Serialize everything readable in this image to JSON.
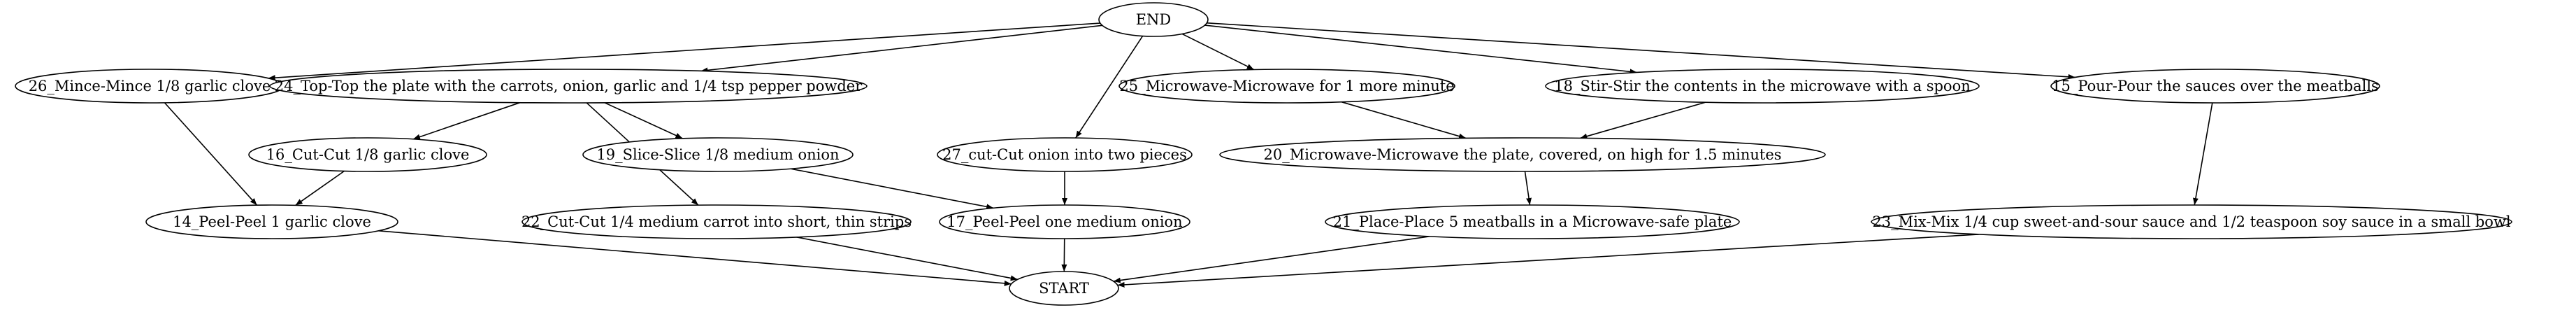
{
  "nodes": {
    "end": "END",
    "n26": "26_Mince-Mince 1/8 garlic clove",
    "n24": "24_Top-Top the plate with the carrots, onion, garlic and 1/4 tsp pepper powder",
    "n27": "27_cut-Cut onion into two pieces",
    "n25": "25_Microwave-Microwave for 1 more minute",
    "n18": "18_Stir-Stir the contents in the microwave with a spoon",
    "n15": "15_Pour-Pour the sauces over the meatballs",
    "n16": "16_Cut-Cut 1/8 garlic clove",
    "n19": "19_Slice-Slice 1/8 medium onion",
    "n20": "20_Microwave-Microwave the plate, covered, on high for 1.5 minutes",
    "n14": "14_Peel-Peel 1 garlic clove",
    "n22": "22_Cut-Cut 1/4 medium carrot into short, thin strips",
    "n17": "17_Peel-Peel one medium onion",
    "n21": "21_Place-Place 5 meatballs in a Microwave-safe plate",
    "n23": "23_Mix-Mix 1/4 cup sweet-and-sour sauce and 1/2 teaspoon soy sauce in a small bowl",
    "start": "START"
  },
  "edges": [
    [
      "end",
      "n26"
    ],
    [
      "end",
      "n24"
    ],
    [
      "end",
      "n27"
    ],
    [
      "end",
      "n25"
    ],
    [
      "end",
      "n18"
    ],
    [
      "end",
      "n15"
    ],
    [
      "n26",
      "n14"
    ],
    [
      "n24",
      "n16"
    ],
    [
      "n24",
      "n19"
    ],
    [
      "n24",
      "n22"
    ],
    [
      "n16",
      "n14"
    ],
    [
      "n19",
      "n17"
    ],
    [
      "n27",
      "n17"
    ],
    [
      "n25",
      "n20"
    ],
    [
      "n18",
      "n20"
    ],
    [
      "n20",
      "n21"
    ],
    [
      "n15",
      "n23"
    ],
    [
      "n14",
      "start"
    ],
    [
      "n22",
      "start"
    ],
    [
      "n17",
      "start"
    ],
    [
      "n21",
      "start"
    ],
    [
      "n23",
      "start"
    ]
  ],
  "colors": {
    "stroke": "#000000",
    "fill": "#ffffff",
    "background": "#ffffff"
  }
}
